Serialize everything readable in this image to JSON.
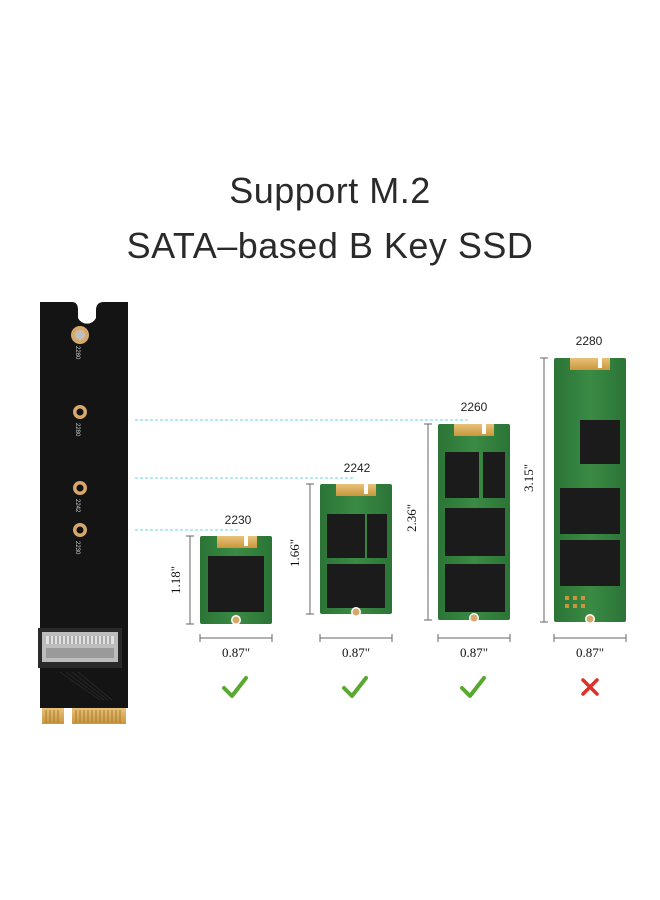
{
  "headline": {
    "line1": "Support M.2",
    "line2": "SATA–based B Key SSD"
  },
  "adapter": {
    "hole_labels": [
      "2280",
      "2280",
      "2242",
      "2230"
    ]
  },
  "drives": [
    {
      "size_label": "2230",
      "height_label": "1.18\"",
      "width_label": "0.87\"",
      "supported": true,
      "status_icon": "check-icon"
    },
    {
      "size_label": "2242",
      "height_label": "1.66\"",
      "width_label": "0.87\"",
      "supported": true,
      "status_icon": "check-icon"
    },
    {
      "size_label": "2260",
      "height_label": "2.36\"",
      "width_label": "0.87\"",
      "supported": true,
      "status_icon": "check-icon"
    },
    {
      "size_label": "2280",
      "height_label": "3.15\"",
      "width_label": "0.87\"",
      "supported": false,
      "status_icon": "cross-icon"
    }
  ],
  "colors": {
    "check": "#5aa832",
    "cross": "#d9332a",
    "pcb_green": "#2f7d3a",
    "guide_line": "#6fd3ea"
  }
}
